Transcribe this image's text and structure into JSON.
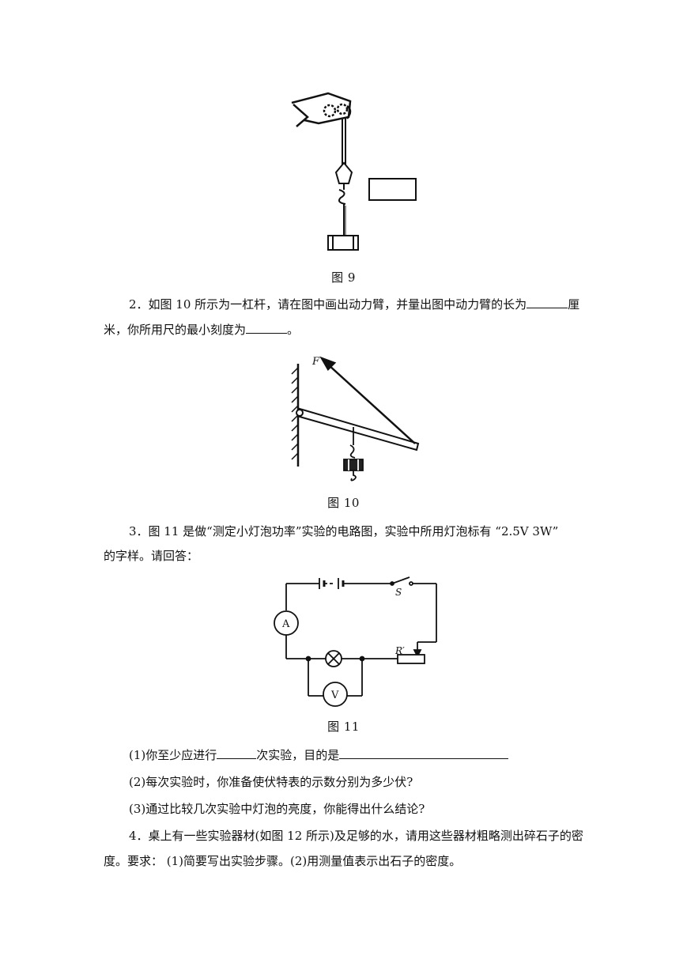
{
  "figures": {
    "fig9": {
      "caption": "图 9"
    },
    "fig10": {
      "caption": "图 10",
      "force_label": "F"
    },
    "fig11": {
      "caption": "图 11",
      "ammeter_label": "A",
      "voltmeter_label": "V",
      "switch_label": "S",
      "rheostat_label": "R′"
    }
  },
  "q2": {
    "line1_a": "2．如图 10 所示为一杠杆，请在图中画出动力臂，并量出图中动力臂的长为",
    "line1_b": "厘",
    "line2_a": "米，你所用尺的最小刻度为",
    "line2_b": "。"
  },
  "q3": {
    "line1": "3．图 11 是做“测定小灯泡功率”实验的电路图，实验中所用灯泡标有 “2.5V  3W”",
    "line2": "的字样。请回答：",
    "sub1_a": "(1)你至少应进行",
    "sub1_b": "次实验，目的是",
    "sub2": "(2)每次实验时，你准备使伏特表的示数分别为多少伏?",
    "sub3": "(3)通过比较几次实验中灯泡的亮度，你能得出什么结论?"
  },
  "q4": {
    "line1": "4．桌上有一些实验器材(如图 12 所示)及足够的水，请用这些器材粗略测出碎石子的密",
    "line2": "度。要求：   (1)简要写出实验步骤。(2)用测量值表示出石子的密度。"
  }
}
